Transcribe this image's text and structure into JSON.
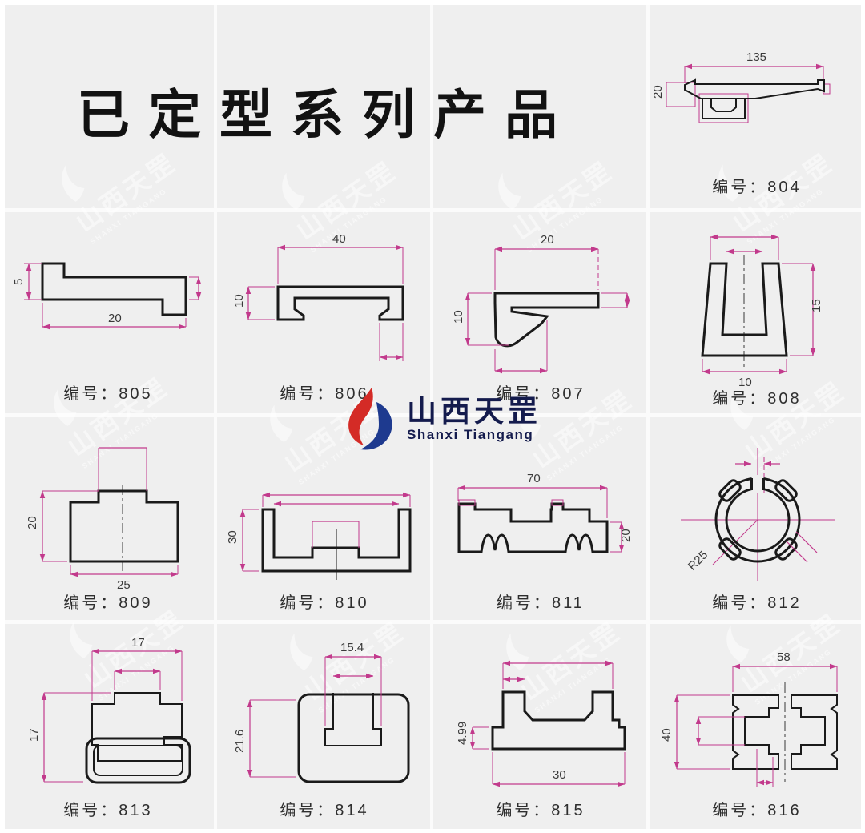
{
  "page": {
    "title": "已定型系列产品"
  },
  "logo": {
    "name_cn": "山西天罡",
    "name_en": "Shanxi Tiangang"
  },
  "colors": {
    "background": "#efefef",
    "grid_line": "#fbfbfb",
    "profile_stroke": "#1a1a1a",
    "dimension_line": "#c23a8c",
    "dimension_text": "#3a3a3a",
    "title_text": "#121212",
    "logo_red": "#d42b26",
    "logo_blue": "#1e3a8f",
    "logo_text": "#141b4d"
  },
  "cells": [
    {
      "id": "804",
      "label": "编号：804",
      "dims": {
        "width": "135",
        "height": "20"
      }
    },
    {
      "id": "805",
      "label": "编号：805",
      "dims": {
        "height": "5",
        "width": "20"
      }
    },
    {
      "id": "806",
      "label": "编号：806",
      "dims": {
        "width": "40",
        "height": "10"
      }
    },
    {
      "id": "807",
      "label": "编号：807",
      "dims": {
        "width": "20",
        "height": "10"
      }
    },
    {
      "id": "808",
      "label": "编号：808",
      "dims": {
        "height": "15",
        "width": "10"
      }
    },
    {
      "id": "809",
      "label": "编号：809",
      "dims": {
        "height": "20",
        "width": "25"
      }
    },
    {
      "id": "810",
      "label": "编号：810",
      "dims": {
        "height": "30"
      }
    },
    {
      "id": "811",
      "label": "编号：811",
      "dims": {
        "width": "70",
        "height": "20"
      }
    },
    {
      "id": "812",
      "label": "编号：812",
      "dims": {
        "radius": "R25"
      }
    },
    {
      "id": "813",
      "label": "编号：813",
      "dims": {
        "width": "17",
        "height": "17"
      }
    },
    {
      "id": "814",
      "label": "编号：814",
      "dims": {
        "width": "15.4",
        "height": "21.6"
      }
    },
    {
      "id": "815",
      "label": "编号：815",
      "dims": {
        "height": "4.99",
        "width": "30"
      }
    },
    {
      "id": "816",
      "label": "编号：816",
      "dims": {
        "width": "58",
        "height": "40"
      }
    }
  ]
}
